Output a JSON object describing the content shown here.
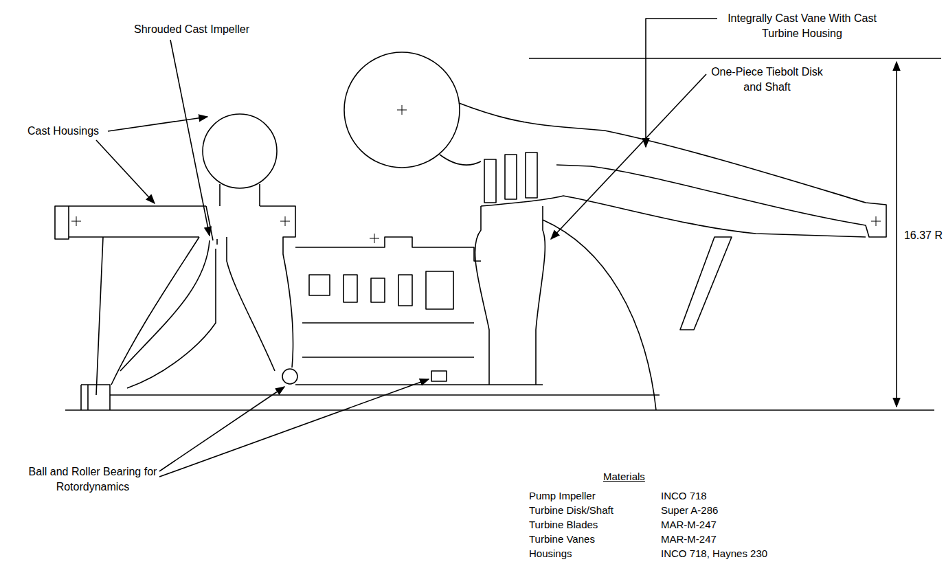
{
  "diagram": {
    "labels": [
      "Cast Housings",
      "Shrouded Cast Impeller",
      "Integrally Cast Vane With Cast Turbine Housing",
      "One-Piece Tiebolt Disk and Shaft",
      "16.37 R",
      "Ball and Roller Bearing for Rotordynamics",
      "Materials",
      "Pump Impeller",
      "INCO 718",
      "Turbine Disk/Shaft",
      "Super A-286",
      "Turbine Blades",
      "MAR-M-247",
      "Turbine Vanes",
      "MAR-M-247",
      "Housings",
      "INCO 718, Haynes 230"
    ]
  }
}
